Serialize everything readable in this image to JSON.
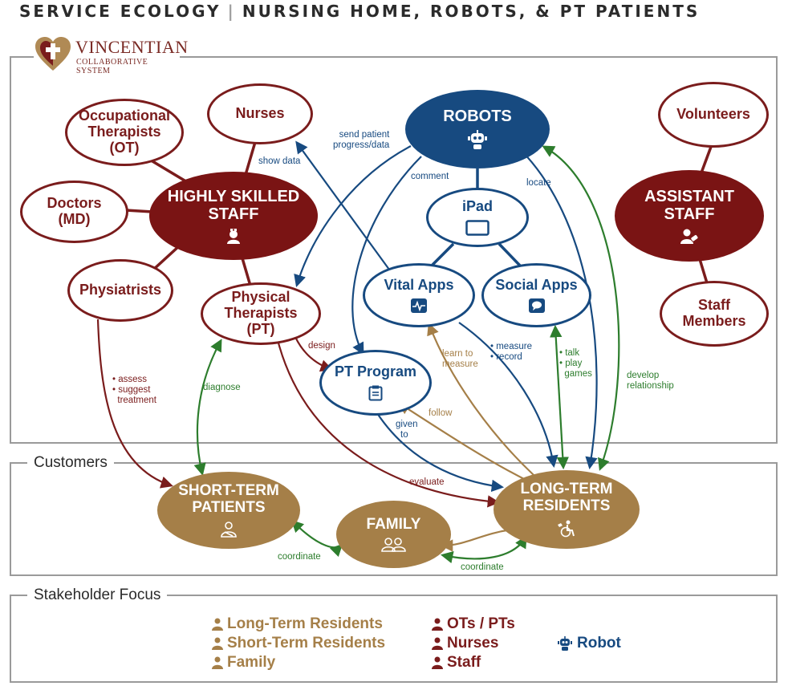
{
  "header": {
    "title": "SERVICE ECOLOGY",
    "separator": "|",
    "subtitle": "NURSING HOME, ROBOTS, & PT PATIENTS"
  },
  "logo": {
    "name": "VINCENTIAN",
    "tagline": "COLLABORATIVE SYSTEM"
  },
  "sections": {
    "customers": "Customers",
    "stakeholder_focus": "Stakeholder Focus"
  },
  "nodes": {
    "occupational_therapists": [
      "Occupational",
      "Therapists",
      "(OT)"
    ],
    "nurses": "Nurses",
    "doctors": [
      "Doctors",
      "(MD)"
    ],
    "highly_skilled_staff": [
      "HIGHLY SKILLED",
      "STAFF"
    ],
    "physiatrists": "Physiatrists",
    "physical_therapists": [
      "Physical",
      "Therapists",
      "(PT)"
    ],
    "robots": "ROBOTS",
    "ipad": "iPad",
    "vital_apps": "Vital Apps",
    "social_apps": "Social Apps",
    "pt_program": "PT Program",
    "volunteers": "Volunteers",
    "assistant_staff": [
      "ASSISTANT",
      "STAFF"
    ],
    "staff_members": [
      "Staff",
      "Members"
    ],
    "short_term_patients": [
      "SHORT-TERM",
      "PATIENTS"
    ],
    "family": "FAMILY",
    "long_term_residents": [
      "LONG-TERM",
      "RESIDENTS"
    ]
  },
  "edge_labels": {
    "send_patient": [
      "send patient",
      "progress/data"
    ],
    "show_data": "show data",
    "comment": "comment",
    "locate": "locate",
    "design": "design",
    "measure_record": [
      "• measure",
      "• record"
    ],
    "learn_to_measure": [
      "learn to",
      "measure"
    ],
    "talk_play": [
      "• talk",
      "• play",
      "  games"
    ],
    "develop_relationship": [
      "develop",
      "relationship"
    ],
    "assess": [
      "• assess",
      "• suggest",
      "  treatment"
    ],
    "diagnose": "diagnose",
    "follow": "follow",
    "given_to": [
      "given",
      "to"
    ],
    "evaluate": "evaluate",
    "coordinate_left": "coordinate",
    "coordinate_right": "coordinate"
  },
  "legend": {
    "customers": [
      "Long-Term Residents",
      "Short-Term Residents",
      "Family"
    ],
    "staff": [
      "OTs / PTs",
      "Nurses",
      "Staff"
    ],
    "robot": "Robot"
  },
  "colors": {
    "red": "#7a1c1c",
    "red_fill": "#7a1414",
    "blue": "#174a80",
    "gold": "#a57f48",
    "green": "#2d7d2d",
    "frame": "#9a9a9a",
    "title": "#2b2b2b"
  }
}
